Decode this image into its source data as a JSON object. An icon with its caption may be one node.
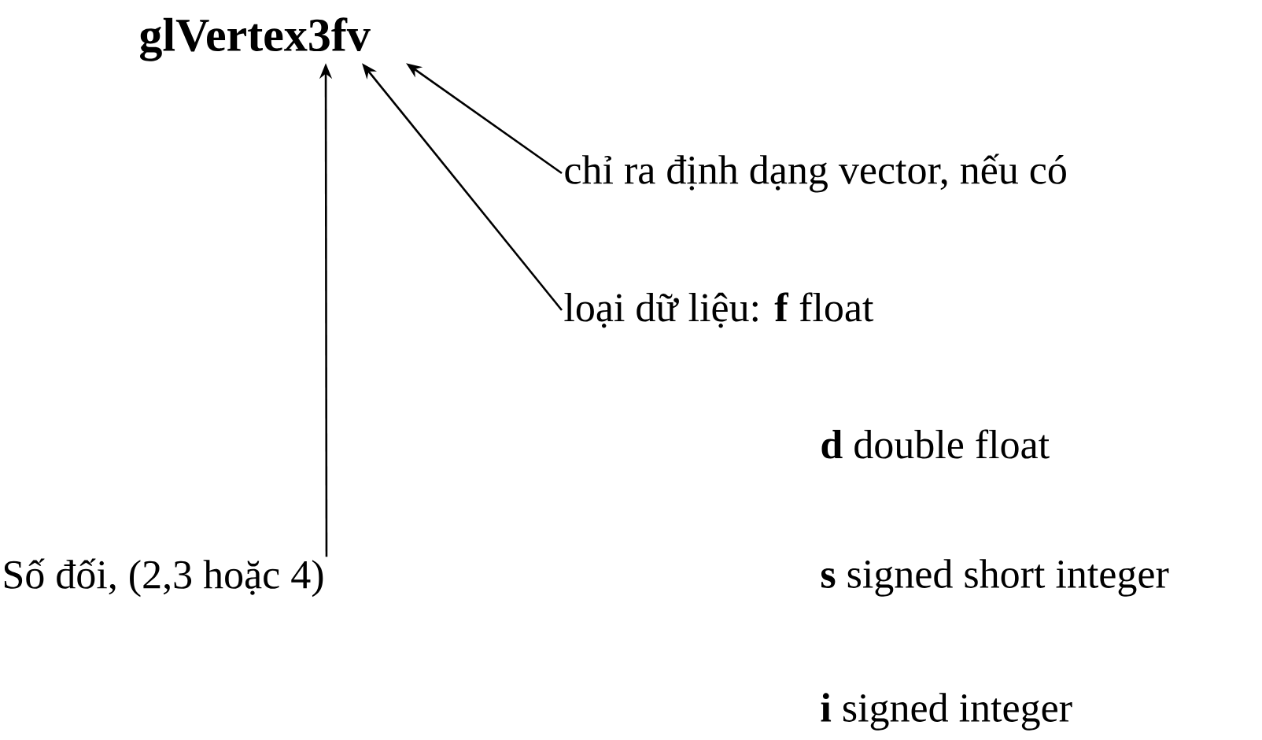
{
  "diagram": {
    "nodes": [
      {
        "text": [
          "glVertex3fv"
        ]
      },
      {
        "text": [
          "chỉ ra định dạng vector, nếu có"
        ]
      },
      {
        "text": [
          "loại dữ liệu: **f** float"
        ]
      },
      {
        "text": [
          "Số đối, (2,3 hoặc 4)"
        ]
      }
    ],
    "edges": [
      {
        "from": 1,
        "to": 0,
        "arrow": "to"
      },
      {
        "from": 2,
        "to": 0,
        "arrow": "to"
      },
      {
        "from": 3,
        "to": 0,
        "arrow": "to"
      }
    ],
    "labels": [
      "**d** double float",
      "**s** signed short integer",
      "**i** signed integer"
    ]
  }
}
